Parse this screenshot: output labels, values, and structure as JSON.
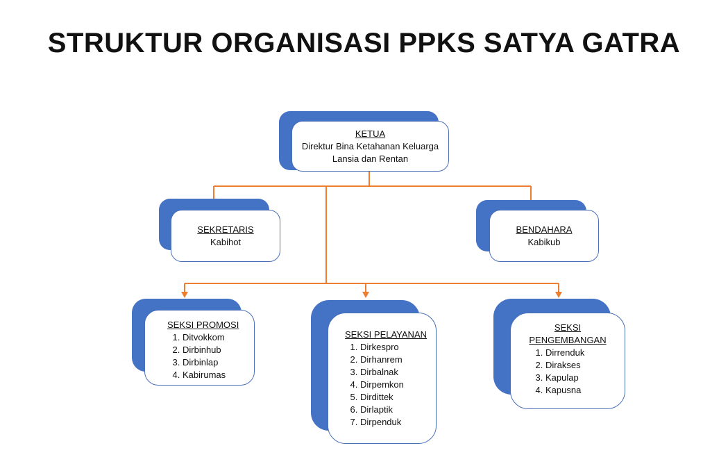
{
  "title": "STRUKTUR ORGANISASI PPKS SATYA GATRA",
  "ketua": {
    "role": "KETUA",
    "name_line1": "Direktur Bina Ketahanan Keluarga",
    "name_line2": "Lansia dan Rentan"
  },
  "sekretaris": {
    "role": "SEKRETARIS",
    "name": "Kabihot"
  },
  "bendahara": {
    "role": "BENDAHARA",
    "name": "Kabikub"
  },
  "promosi": {
    "role": "SEKSI PROMOSI",
    "members": [
      "Ditvokkom",
      "Dirbinhub",
      "Dirbinlap",
      "Kabirumas"
    ]
  },
  "pelayanan": {
    "role": "SEKSI PELAYANAN",
    "members": [
      "Dirkespro",
      "Dirhanrem",
      "Dirbalnak",
      "Dirpemkon",
      "Dirdittek",
      "Dirlaptik",
      "Dirpenduk"
    ]
  },
  "pengembangan": {
    "role_line1": "SEKSI",
    "role_line2": "PENGEMBANGAN",
    "members": [
      "Dirrenduk",
      "Dirakses",
      "Kapulap",
      "Kapusna"
    ]
  },
  "colors": {
    "box_shadow": "#4472c4",
    "connector": "#ed7d31"
  }
}
